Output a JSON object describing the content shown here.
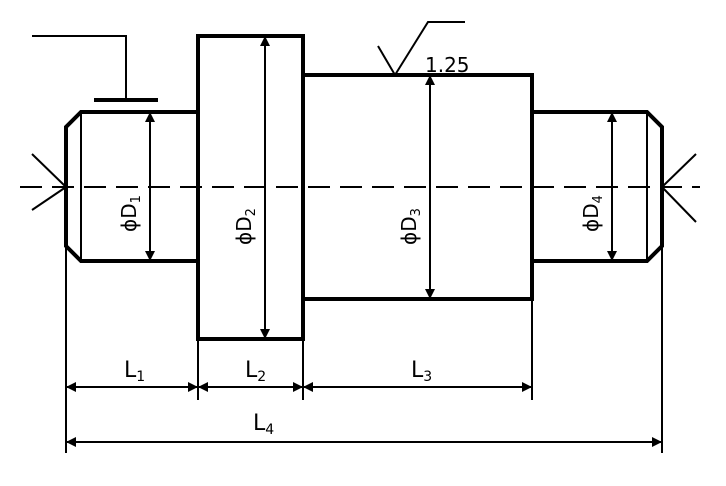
{
  "diameters": {
    "d1": {
      "symbol": "ϕ",
      "letter": "D",
      "sub": "1"
    },
    "d2": {
      "symbol": "ϕ",
      "letter": "D",
      "sub": "2"
    },
    "d3": {
      "symbol": "ϕ",
      "letter": "D",
      "sub": "3"
    },
    "d4": {
      "symbol": "ϕ",
      "letter": "D",
      "sub": "4"
    }
  },
  "lengths": {
    "l1": {
      "letter": "L",
      "sub": "1"
    },
    "l2": {
      "letter": "L",
      "sub": "2"
    },
    "l3": {
      "letter": "L",
      "sub": "3"
    },
    "l4": {
      "letter": "L",
      "sub": "4"
    }
  },
  "roughness": {
    "value": "1.25"
  },
  "colors": {
    "line": "#000000",
    "background": "#ffffff"
  }
}
